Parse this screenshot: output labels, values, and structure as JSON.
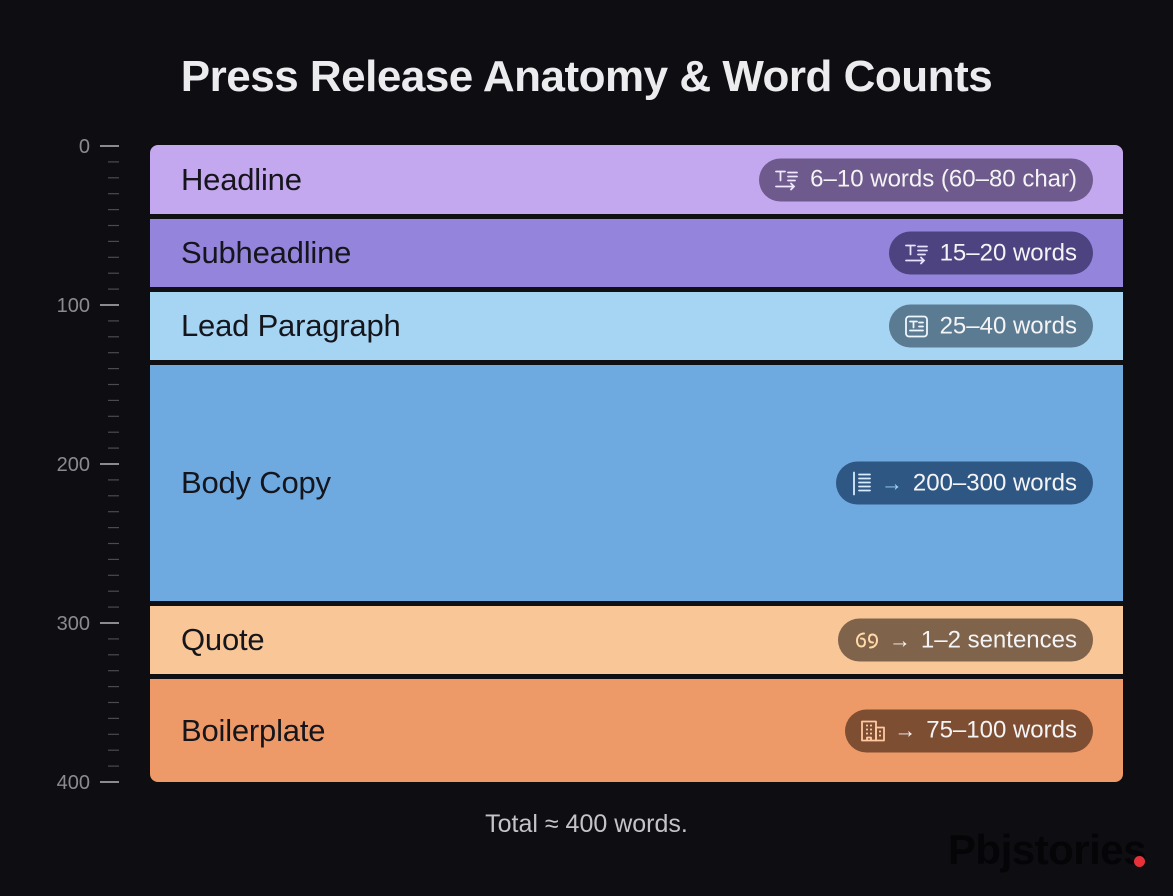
{
  "title": "Press Release Anatomy & Word Counts",
  "axis": {
    "ticks": [
      "0",
      "100",
      "200",
      "300",
      "400"
    ]
  },
  "sections": [
    {
      "label": "Headline",
      "count": "6–10 words (60–80 char)",
      "icon": "headline-icon",
      "color": "#c4a8ef",
      "pill_color": "#6e5a8c"
    },
    {
      "label": "Subheadline",
      "count": "15–20 words",
      "icon": "subheadline-icon",
      "color": "#9584dc",
      "pill_color": "#4d4380"
    },
    {
      "label": "Lead Paragraph",
      "count": "25–40 words",
      "icon": "paragraph-icon",
      "color": "#a6d4f3",
      "pill_color": "#5b7b92"
    },
    {
      "label": "Body Copy",
      "count": "200–300 words",
      "icon": "body-text-icon",
      "arrow": "→",
      "color": "#6ea9e0",
      "pill_color": "#2e5784"
    },
    {
      "label": "Quote",
      "count": "1–2 sentences",
      "icon": "quote-icon",
      "arrow": "→",
      "color": "#f9c797",
      "pill_color": "#80634b"
    },
    {
      "label": "Boilerplate",
      "count": "75–100 words",
      "icon": "building-icon",
      "arrow": "→",
      "color": "#ee9a68",
      "pill_color": "#7e4e33"
    }
  ],
  "footer": "Total ≈ 400 words.",
  "watermark": "Pbjstories",
  "watermark_dot_color": "#e8303a"
}
